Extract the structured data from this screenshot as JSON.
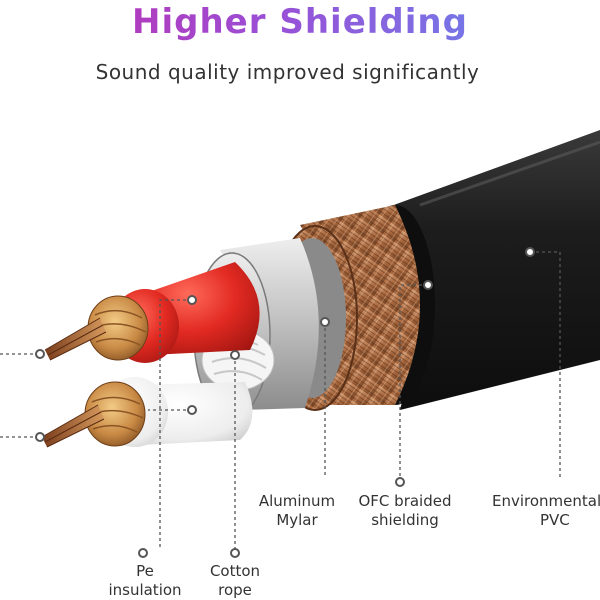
{
  "heading": {
    "title": "Higher Shielding",
    "subtitle": "Sound quality improved significantly"
  },
  "labels": {
    "aluminum_mylar": [
      "Aluminum",
      "Mylar"
    ],
    "ofc_braided": [
      "OFC braided",
      "shielding"
    ],
    "environmental_pvc": [
      "Environmental",
      "PVC"
    ],
    "pe_insulation": [
      "Pe",
      "insulation"
    ],
    "cotton_rope": [
      "Cotton",
      "rope"
    ]
  },
  "colors": {
    "jacket": "#1c1c1c",
    "braid": "#b87a4e",
    "mylar": "#c9c9c9",
    "red_insulation": "#e02a25",
    "white_insulation": "#f2f2f2",
    "copper": "#c98a45",
    "callout_line": "#444444"
  }
}
